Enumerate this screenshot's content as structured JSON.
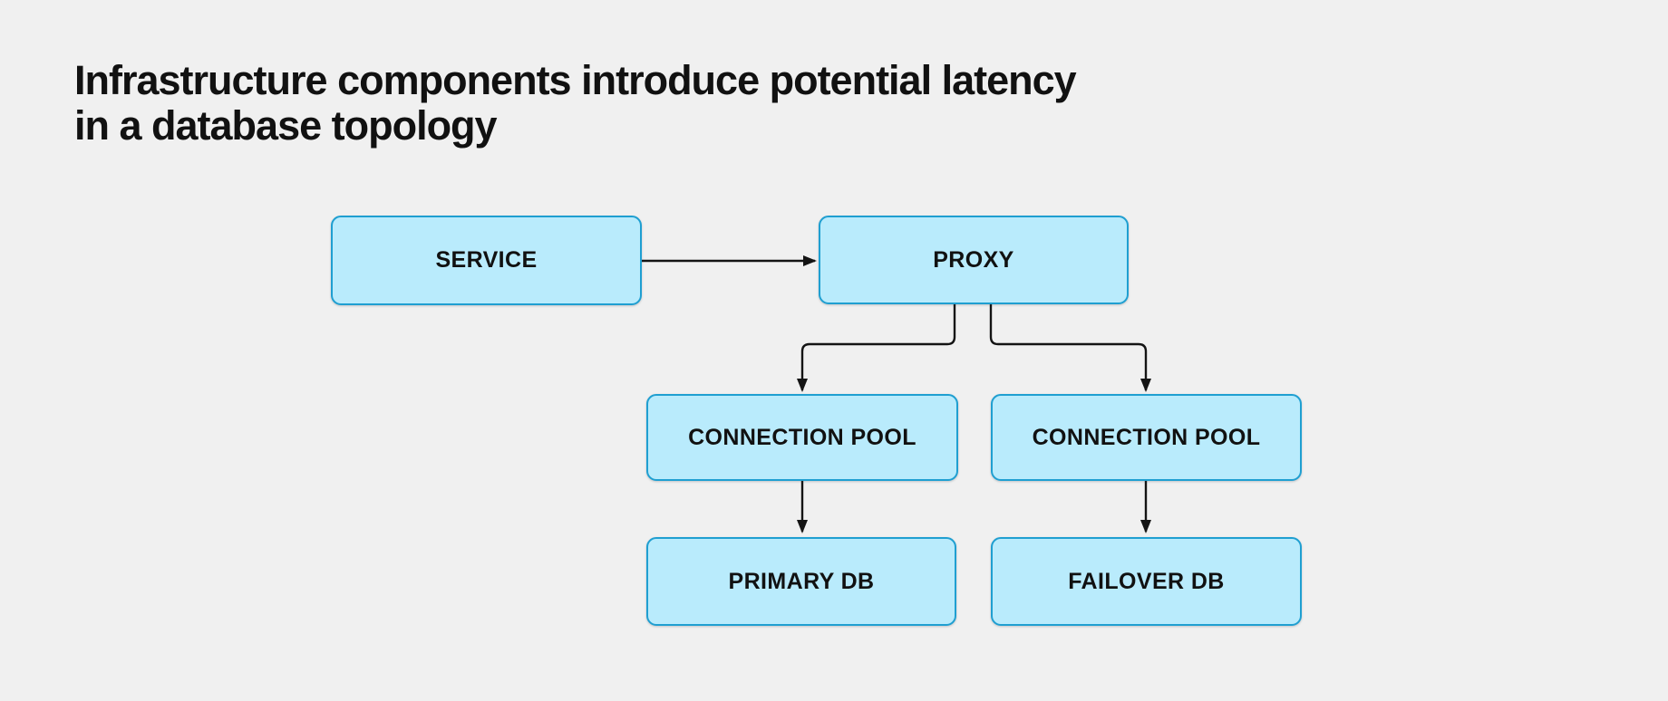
{
  "title": {
    "line1": "Infrastructure components introduce potential latency",
    "line2": "in a database topology"
  },
  "diagram": {
    "nodes": [
      {
        "id": "service",
        "label": "SERVICE"
      },
      {
        "id": "proxy",
        "label": "PROXY"
      },
      {
        "id": "connection-pool-left",
        "label": "CONNECTION POOL"
      },
      {
        "id": "connection-pool-right",
        "label": "CONNECTION POOL"
      },
      {
        "id": "primary-db",
        "label": "PRIMARY DB"
      },
      {
        "id": "failover-db",
        "label": "FAILOVER DB"
      }
    ],
    "edges": [
      {
        "from": "service",
        "to": "proxy"
      },
      {
        "from": "proxy",
        "to": "connection-pool-left"
      },
      {
        "from": "proxy",
        "to": "connection-pool-right"
      },
      {
        "from": "connection-pool-left",
        "to": "primary-db"
      },
      {
        "from": "connection-pool-right",
        "to": "failover-db"
      }
    ],
    "colors": {
      "background": "#f0f0f0",
      "node_fill": "#b9ebfc",
      "node_border": "#1f9fd1",
      "arrow": "#141414",
      "text": "#111111"
    }
  }
}
